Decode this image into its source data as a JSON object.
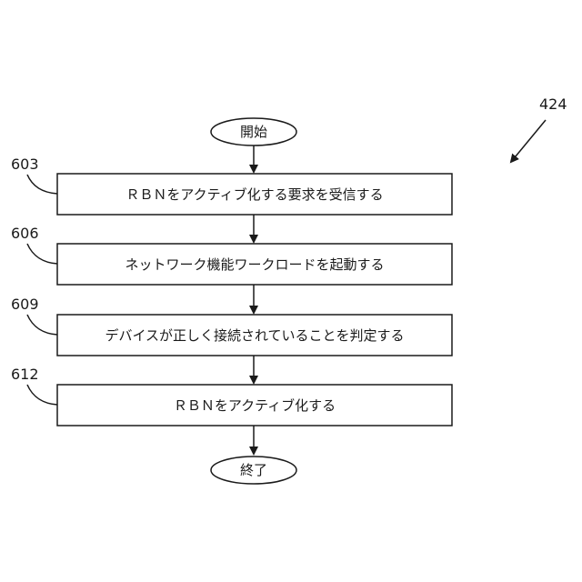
{
  "figure_number": "424",
  "terminals": {
    "start": "開始",
    "end": "終了"
  },
  "steps": [
    {
      "ref": "603",
      "label": "ＲＢＮをアクティブ化する要求を受信する"
    },
    {
      "ref": "606",
      "label": "ネットワーク機能ワークロードを起動する"
    },
    {
      "ref": "609",
      "label": "デバイスが正しく接続されていることを判定する"
    },
    {
      "ref": "612",
      "label": "ＲＢＮをアクティブ化する"
    }
  ]
}
